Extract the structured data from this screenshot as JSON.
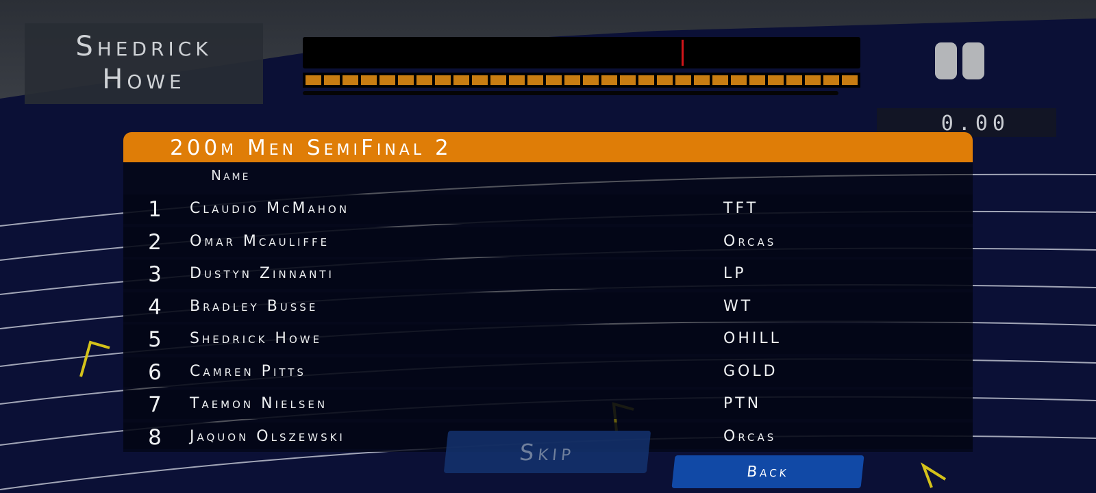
{
  "player_name": {
    "first": "Shedrick",
    "last": "Howe"
  },
  "timer": "0.00",
  "race": {
    "title": "200m Men SemiFinal 2",
    "column_name": "Name",
    "entries": [
      {
        "rank": "1",
        "name": "Claudio McMahon",
        "team": "TFT"
      },
      {
        "rank": "2",
        "name": "Omar Mcauliffe",
        "team": "Orcas"
      },
      {
        "rank": "3",
        "name": "Dustyn Zinnanti",
        "team": "LP"
      },
      {
        "rank": "4",
        "name": "Bradley Busse",
        "team": "WT"
      },
      {
        "rank": "5",
        "name": "Shedrick Howe",
        "team": "OHILL"
      },
      {
        "rank": "6",
        "name": "Camren Pitts",
        "team": "GOLD"
      },
      {
        "rank": "7",
        "name": "Taemon Nielsen",
        "team": "PTN"
      },
      {
        "rank": "8",
        "name": "Jaquon Olszewski",
        "team": "Orcas"
      }
    ]
  },
  "buttons": {
    "skip": "Skip",
    "back": "Back"
  },
  "colors": {
    "header": "#df7d07",
    "power": "#c87d12",
    "marker": "#d0151a",
    "back_button": "#1149a6"
  },
  "power_meter": {
    "fill_fraction": 1.0,
    "segments": 30
  }
}
